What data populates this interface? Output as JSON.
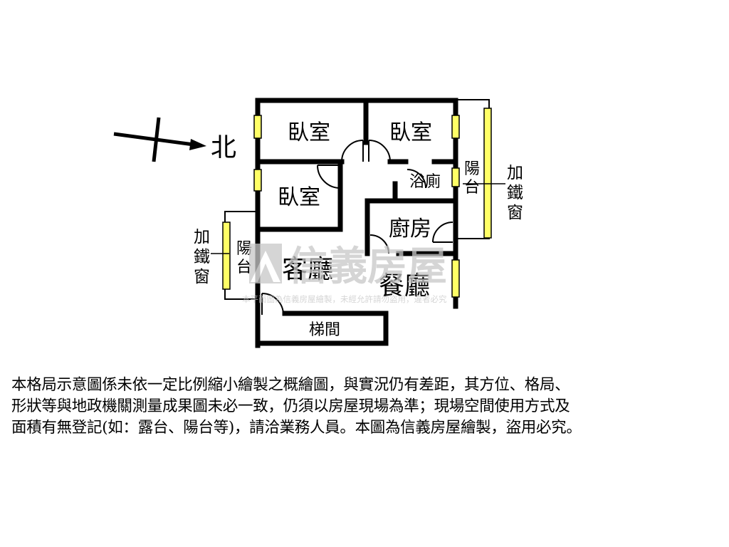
{
  "compass": {
    "north_label": "北"
  },
  "rooms": {
    "bedroom_1": "臥室",
    "bedroom_2": "臥室",
    "bedroom_3": "臥室",
    "bathroom": "浴廁",
    "kitchen": "廚房",
    "living_room": "客廳",
    "dining_room": "餐廳",
    "stairwell": "梯間",
    "balcony_right": [
      "陽",
      "台"
    ],
    "balcony_left": [
      "陽",
      "台"
    ]
  },
  "annotations": {
    "iron_window_right": [
      "加",
      "鐵",
      "窗"
    ],
    "iron_window_left": [
      "加",
      "鐵",
      "窗"
    ]
  },
  "watermark": {
    "brand": "信義房屋",
    "notice": "本平面圖為信義房屋繪製，未經允許請勿盜用，違者必究"
  },
  "disclaimer": {
    "lines": [
      "本格局示意圖係未依一定比例縮小繪製之概繪圖，與實況仍有差距，其方位、格局、",
      "形狀等與地政機關測量成果圖未必一致，仍須以房屋現場為準；現場空間使用方式及",
      "面積有無登記(如：露台、陽台等)，請洽業務人員。本圖為信義房屋繪製，盜用必究。"
    ]
  },
  "colors": {
    "wall": "#000000",
    "window": "#ffff66",
    "watermark": "#c8c8c8"
  }
}
